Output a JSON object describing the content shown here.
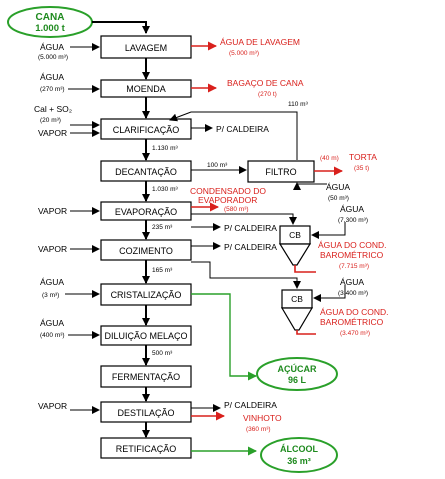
{
  "inputs": {
    "cana": [
      "CANA",
      "1.000 t"
    ],
    "agua1": [
      "ÁGUA",
      "(5.000 m³)"
    ],
    "agua2": [
      "ÁGUA",
      "(270 m³)"
    ],
    "cal": [
      "Cal + SO₂",
      "(20 m³)"
    ],
    "vapor1": "VAPOR",
    "vapor2": "VAPOR",
    "vapor3": "VAPOR",
    "agua3": [
      "ÁGUA",
      "(3 m³)"
    ],
    "agua4": [
      "ÁGUA",
      "(400 m³)"
    ],
    "vapor4": "VAPOR",
    "agua_filtro": [
      "ÁGUA",
      "(50 m³)"
    ],
    "agua_cb1": [
      "ÁGUA",
      "(7.300 m³)"
    ],
    "agua_cb2": [
      "ÁGUA",
      "(3.400 m³)"
    ]
  },
  "process": {
    "lavagem": "LAVAGEM",
    "moenda": "MOENDA",
    "clarificacao": "CLARIFICAÇÃO",
    "decantacao": "DECANTAÇÃO",
    "filtro": "FILTRO",
    "evaporacao": "EVAPORAÇÃO",
    "cozimento": "COZIMENTO",
    "cristalizacao": "CRISTALIZAÇÃO",
    "diluicao": "DILUIÇÃO MELAÇO",
    "fermentacao": "FERMENTAÇÃO",
    "destilacao": "DESTILAÇÃO",
    "retificacao": "RETIFICAÇÃO",
    "cb1": "CB",
    "cb2": "CB"
  },
  "flows": {
    "f110": "110 m³",
    "f1130": "1.130 m³",
    "f100": "100 m³",
    "f1030": "1.030 m³",
    "f235": "235 m³",
    "f165": "165 m³",
    "f500": "500 m³"
  },
  "caldeira": {
    "c1": "P/ CALDEIRA",
    "c2": "P/ CALDEIRA",
    "c3": "P/ CALDEIRA",
    "c4": "P/ CALDEIRA"
  },
  "outputs": {
    "agua_lavagem": [
      "ÁGUA DE LAVAGEM",
      "(5.000 m³)"
    ],
    "bagaco": [
      "BAGAÇO DE CANA",
      "(270 t)"
    ],
    "torta": [
      "TORTA",
      "(35 t)"
    ],
    "torta_in": "(40 m)",
    "condensado": [
      "CONDENSADO DO",
      "EVAPORADOR",
      "(580 m³)"
    ],
    "cond_baro1": [
      "ÁGUA DO COND.",
      "BAROMÉTRICO",
      "(7.715 m³)"
    ],
    "cond_baro2": [
      "ÁGUA DO COND.",
      "BAROMÉTRICO",
      "(3.470 m³)"
    ],
    "vinhoto": [
      "VINHOTO",
      "(360 m³)"
    ],
    "acucar": [
      "AÇÚCAR",
      "96 L"
    ],
    "alcool": [
      "ÁLCOOL",
      "36 m³"
    ]
  },
  "colors": {
    "red": "#d9201c",
    "green": "#2aa02a",
    "black": "#000000"
  }
}
